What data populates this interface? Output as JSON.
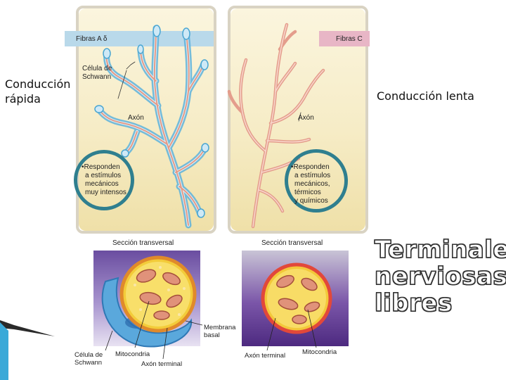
{
  "left_panel": {
    "tab_label": "Fibras A δ",
    "label_schwann": [
      "Célula de",
      "Schwann"
    ],
    "label_axon": "Axón",
    "response": [
      "•Responden",
      "a estímulos",
      "mecánicos",
      "muy intensos"
    ]
  },
  "right_panel": {
    "tab_label": "Fibras C",
    "label_axon": "Axón",
    "response": [
      "•Responden",
      "a estímulos",
      "mecánicos,",
      "térmicos",
      "y químicos"
    ]
  },
  "side_notes": {
    "left": [
      "Conducción",
      "rápida"
    ],
    "right": "Conducción lenta"
  },
  "title": [
    "Terminales",
    "nerviosas",
    "libres"
  ],
  "cross_sections": {
    "left_title": "Sección transversal",
    "right_title": "Sección transversal",
    "label_membrana": [
      "Membrana",
      "basal"
    ],
    "label_schwann": [
      "Célula de",
      "Schwann"
    ],
    "label_mito_left": "Mitocondria",
    "label_axon_terminal_left": "Axón terminal",
    "label_axon_terminal_right": "Axón terminal",
    "label_mito_right": "Mitocondria"
  },
  "colors": {
    "schwann_blue": "#7cc3e3",
    "axon_pink": "#e8a08c",
    "ring_teal": "#2f7f8f",
    "tab_blue": "#b9d9ea",
    "tab_pink": "#e8b6c6"
  }
}
